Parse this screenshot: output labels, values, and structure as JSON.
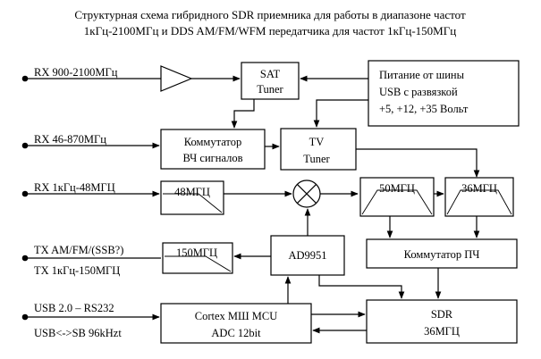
{
  "title": {
    "line1": "Структурная схема гибридного SDR приемника для  работы в диапазоне частот",
    "line2": "1кГц-2100МГц и DDS AM/FM/WFM передатчика для частот 1кГц-150МГц"
  },
  "inputs": {
    "rx_sat": "RX 900-2100МГц",
    "rx_tv": "RX 46-870МГц",
    "rx_lf": "RX 1кГц-48МГЦ",
    "tx_mode": "TX AM/FM/(SSB?)",
    "tx_freq": "TX 1кГц-150МГЦ",
    "usb_rs": "USB 2.0 – RS232",
    "usb_sb": "USB<->SB 96kHzt"
  },
  "blocks": {
    "sat_tuner": [
      "SAT",
      "Tuner"
    ],
    "power": [
      "Питание от шины",
      "USB с развязкой",
      "+5, +12, +35 Вольт"
    ],
    "switch_rf": [
      "Коммутатор",
      "ВЧ сигналов"
    ],
    "tv_tuner": [
      "TV",
      "Tuner"
    ],
    "lpf48": "48МГЦ",
    "bpf50": "50МГЦ",
    "bpf36": "36МГЦ",
    "lpf150": "150МГЦ",
    "dds": "AD9951",
    "switch_if": "Коммутатор ПЧ",
    "mcu": [
      "Cortex MШ MCU",
      "ADC 12bit"
    ],
    "sdr": [
      "SDR",
      "36МГЦ"
    ]
  }
}
